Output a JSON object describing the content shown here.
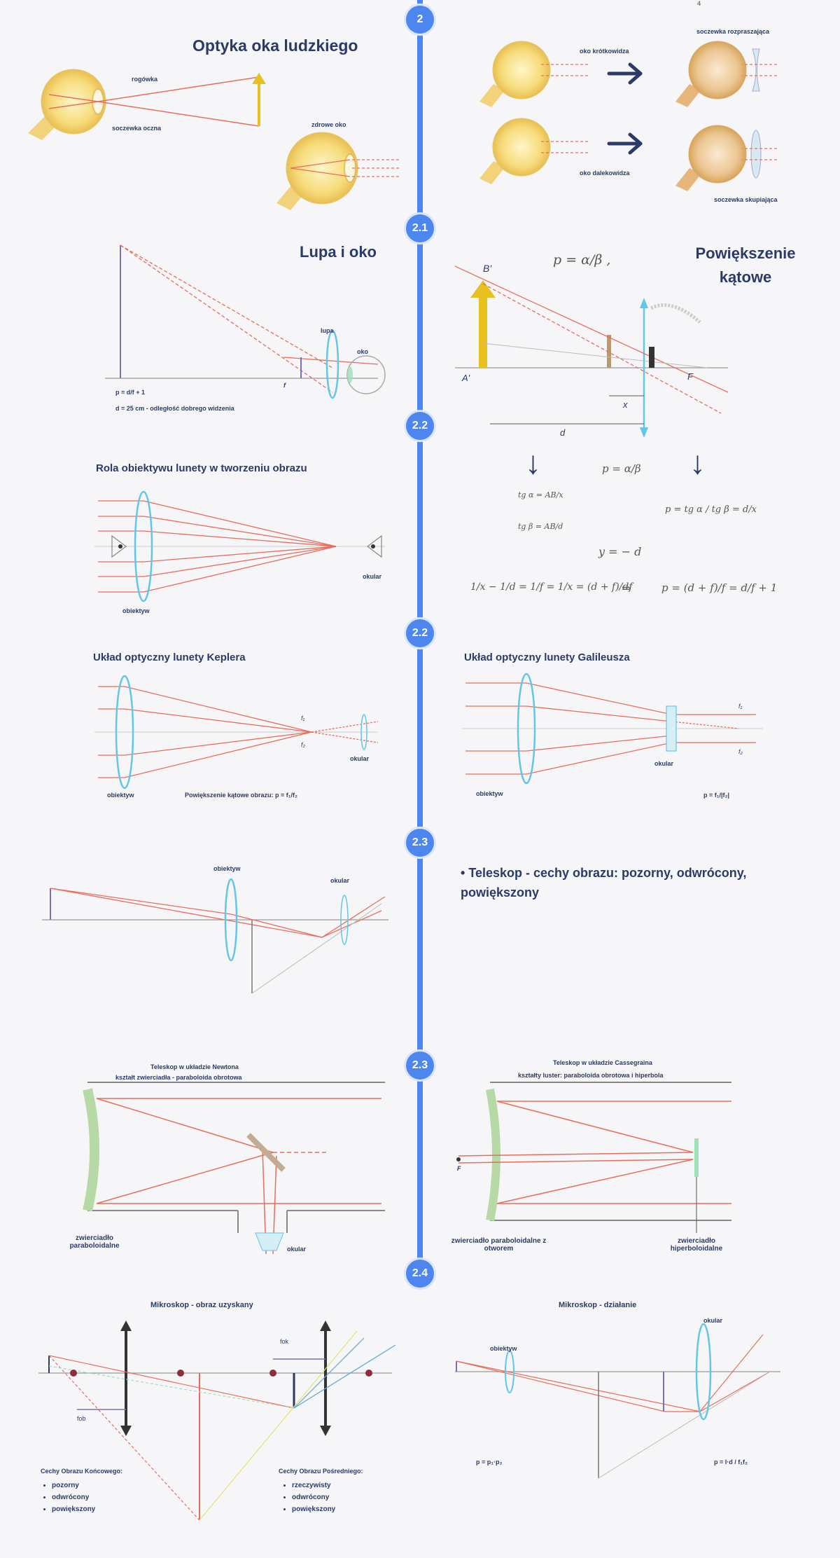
{
  "colors": {
    "timeline": "#4d86ef",
    "title": "#2b3a67",
    "ray": "#e96d5b",
    "lens": "#63c6e8",
    "eye": "#f6d87a"
  },
  "timeline": {
    "nodes": [
      "2",
      "2.1",
      "2.2",
      "2.2",
      "2.3",
      "2.3",
      "2.4"
    ]
  },
  "top_corner_mark": "4",
  "s1": {
    "title": "Optyka oka ludzkiego",
    "label_cornea": "rogówka",
    "label_lens": "soczewka oczna",
    "label_healthy": "zdrowe oko",
    "label_myopia": "oko krótkowidza",
    "label_diverging": "soczewka rozpraszająca",
    "label_hyperopia": "oko dalekowidza",
    "label_converging": "soczewka skupiająca"
  },
  "s2": {
    "title": "Lupa i oko",
    "label_lupa": "lupa",
    "label_oko": "oko",
    "label_f": "f",
    "formula_p": "p = d/f + 1",
    "formula_d": "d = 25 cm - odległość dobrego widzenia",
    "title_right": "Powiększenie kątowe",
    "formula_top": "p = α/β ,",
    "label_B": "B'",
    "label_A": "A'",
    "label_F": "F",
    "label_x": "x",
    "label_d": "d",
    "formula_mid": "p = α/β",
    "formula_tan1": "tg α = AB/x",
    "formula_tan2": "tg β = AB/d",
    "formula_p2": "p = tg α / tg β = d/x",
    "formula_y": "y = − d",
    "formula_lens": "1/x − 1/d = 1/f = 1/x = (d + f)/df",
    "formula_arrow": "⇒",
    "formula_result": "p = (d + f)/f = d/f + 1"
  },
  "s3": {
    "title_left": "Rola obiektywu lunety w tworzeniu obrazu",
    "label_obiektyw": "obiektyw",
    "label_okular": "okular"
  },
  "s4": {
    "title_left": "Układ optyczny lunety Keplera",
    "title_right": "Układ optyczny lunety Galileusza",
    "label_obiektyw": "obiektyw",
    "label_okular": "okular",
    "kepler_formula": "Powiększenie kątowe obrazu: p = f₁/f₂",
    "galileo_formula": "p = f₁/|f₂|",
    "f1": "f₁",
    "f2": "f₂"
  },
  "s5": {
    "label_obiektyw": "obiektyw",
    "label_okular": "okular",
    "bullet": "Teleskop - cechy obrazu: pozorny, odwrócony, powiększony"
  },
  "s6": {
    "newton_title_1": "Teleskop w układzie Newtona",
    "newton_title_2": "kształt zwierciadła - paraboloida obrotowa",
    "newton_mirror": "zwierciadło paraboloidalne",
    "newton_okular": "okular",
    "cass_title_1": "Teleskop w układzie Cassegraina",
    "cass_title_2": "kształty luster: paraboloida obrotowa i hiperbola",
    "cass_mirror1": "zwierciadło paraboloidalne z otworem",
    "cass_mirror2": "zwierciadło hiperboloidalne",
    "label_F": "F"
  },
  "s7": {
    "title_left": "Mikroskop - obraz uzyskany",
    "title_right": "Mikroskop - działanie",
    "label_fob": "fob",
    "label_fok": "fok",
    "label_okular": "okular",
    "label_obiektyw": "obiektyw",
    "final_title": "Cechy Obrazu Końcowego:",
    "final_items": [
      "pozorny",
      "odwrócony",
      "powiększony"
    ],
    "inter_title": "Cechy Obrazu Pośredniego:",
    "inter_items": [
      "rzeczywisty",
      "odwrócony",
      "powiększony"
    ],
    "formula_p": "p = p₁·p₂",
    "formula_p2": "p = l·d / f₁f₂"
  }
}
